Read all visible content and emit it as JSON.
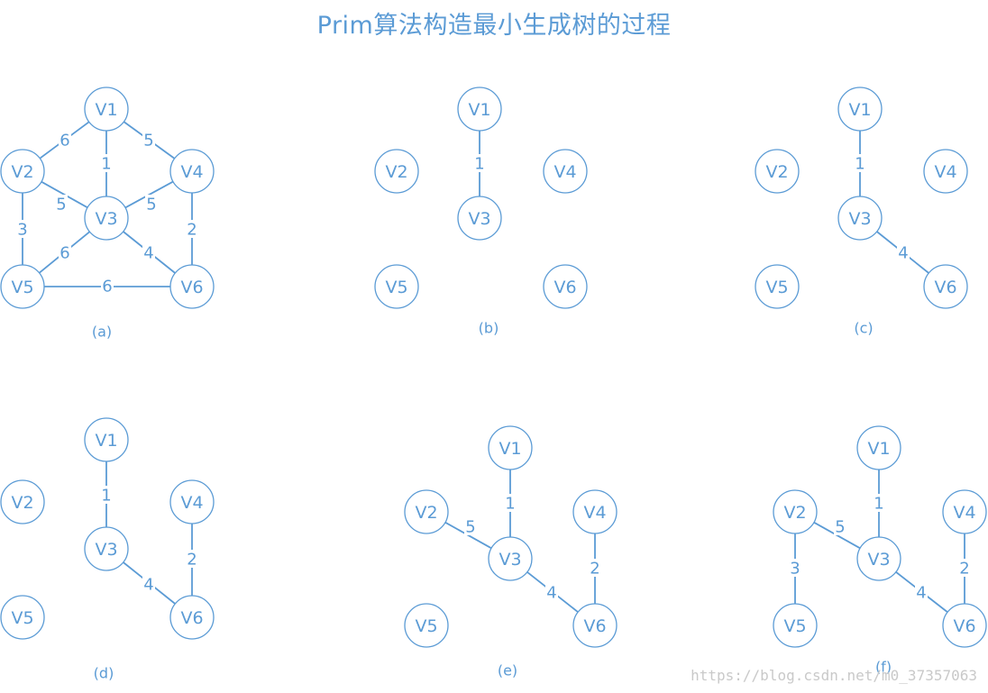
{
  "title": "Prim算法构造最小生成树的过程",
  "watermark": "https://blog.csdn.net/m0_37357063",
  "colors": {
    "accent": "#5B9BD5",
    "background": "#ffffff",
    "watermark": "#c9c9c9"
  },
  "panels": [
    {
      "caption": "(a)",
      "nodes": [
        "V1",
        "V2",
        "V3",
        "V4",
        "V5",
        "V6"
      ],
      "edges": [
        {
          "from": "V1",
          "to": "V2",
          "weight": "6"
        },
        {
          "from": "V1",
          "to": "V3",
          "weight": "1"
        },
        {
          "from": "V1",
          "to": "V4",
          "weight": "5"
        },
        {
          "from": "V2",
          "to": "V3",
          "weight": "5"
        },
        {
          "from": "V3",
          "to": "V4",
          "weight": "5"
        },
        {
          "from": "V2",
          "to": "V5",
          "weight": "3"
        },
        {
          "from": "V4",
          "to": "V6",
          "weight": "2"
        },
        {
          "from": "V3",
          "to": "V5",
          "weight": "6"
        },
        {
          "from": "V3",
          "to": "V6",
          "weight": "4"
        },
        {
          "from": "V5",
          "to": "V6",
          "weight": "6"
        }
      ]
    },
    {
      "caption": "(b)",
      "nodes": [
        "V1",
        "V2",
        "V3",
        "V4",
        "V5",
        "V6"
      ],
      "edges": [
        {
          "from": "V1",
          "to": "V3",
          "weight": "1"
        }
      ]
    },
    {
      "caption": "(c)",
      "nodes": [
        "V1",
        "V2",
        "V3",
        "V4",
        "V5",
        "V6"
      ],
      "edges": [
        {
          "from": "V1",
          "to": "V3",
          "weight": "1"
        },
        {
          "from": "V3",
          "to": "V6",
          "weight": "4"
        }
      ]
    },
    {
      "caption": "(d)",
      "nodes": [
        "V1",
        "V2",
        "V3",
        "V4",
        "V5",
        "V6"
      ],
      "edges": [
        {
          "from": "V1",
          "to": "V3",
          "weight": "1"
        },
        {
          "from": "V3",
          "to": "V6",
          "weight": "4"
        },
        {
          "from": "V4",
          "to": "V6",
          "weight": "2"
        }
      ]
    },
    {
      "caption": "(e)",
      "nodes": [
        "V1",
        "V2",
        "V3",
        "V4",
        "V5",
        "V6"
      ],
      "edges": [
        {
          "from": "V1",
          "to": "V3",
          "weight": "1"
        },
        {
          "from": "V3",
          "to": "V6",
          "weight": "4"
        },
        {
          "from": "V4",
          "to": "V6",
          "weight": "2"
        },
        {
          "from": "V2",
          "to": "V3",
          "weight": "5"
        }
      ]
    },
    {
      "caption": "(f)",
      "nodes": [
        "V1",
        "V2",
        "V3",
        "V4",
        "V5",
        "V6"
      ],
      "edges": [
        {
          "from": "V1",
          "to": "V3",
          "weight": "1"
        },
        {
          "from": "V3",
          "to": "V6",
          "weight": "4"
        },
        {
          "from": "V4",
          "to": "V6",
          "weight": "2"
        },
        {
          "from": "V2",
          "to": "V3",
          "weight": "5"
        },
        {
          "from": "V2",
          "to": "V5",
          "weight": "3"
        }
      ]
    }
  ]
}
